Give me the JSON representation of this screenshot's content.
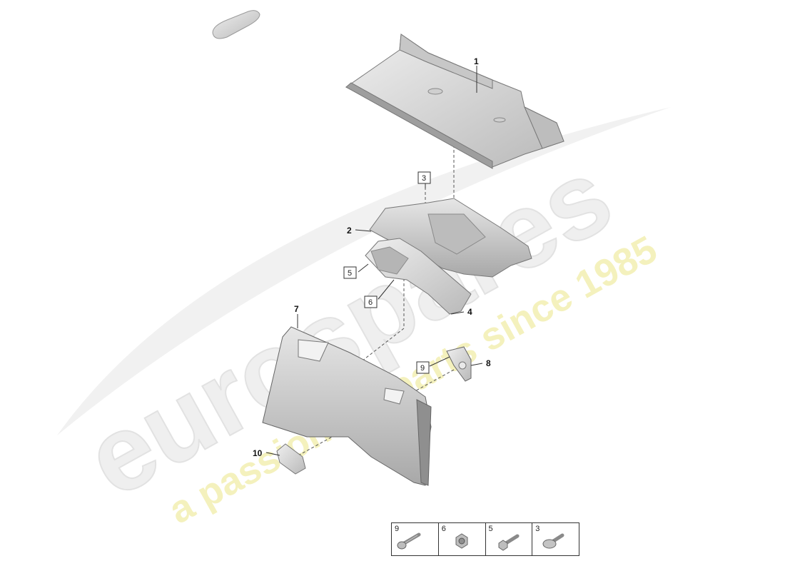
{
  "watermark": {
    "brand": "eurospares",
    "tagline": "a passion for parts since 1985"
  },
  "callouts": [
    {
      "id": "1",
      "boxed": false
    },
    {
      "id": "2",
      "boxed": false
    },
    {
      "id": "3",
      "boxed": true
    },
    {
      "id": "4",
      "boxed": false
    },
    {
      "id": "5",
      "boxed": true
    },
    {
      "id": "6",
      "boxed": true
    },
    {
      "id": "7",
      "boxed": false
    },
    {
      "id": "8",
      "boxed": false
    },
    {
      "id": "9",
      "boxed": true
    },
    {
      "id": "10",
      "boxed": false
    }
  ],
  "parts": [
    {
      "callout": "1",
      "icon": "rear-shelf-panel-icon"
    },
    {
      "callout": "2",
      "icon": "insulation-mat-icon"
    },
    {
      "callout": "4",
      "icon": "side-insulation-icon"
    },
    {
      "callout": "7",
      "icon": "luggage-compartment-trim-icon"
    },
    {
      "callout": "8",
      "icon": "bracket-icon"
    },
    {
      "callout": "10",
      "icon": "cover-cap-icon"
    }
  ],
  "fastener_table": [
    {
      "number": "9",
      "icon": "long-bolt-icon"
    },
    {
      "number": "6",
      "icon": "hex-nut-icon"
    },
    {
      "number": "5",
      "icon": "flange-screw-icon"
    },
    {
      "number": "3",
      "icon": "expanding-rivet-icon"
    }
  ],
  "colors": {
    "part_fill": "#d8d8d8",
    "part_shade": "#a9a9a9",
    "outline": "#555555",
    "watermark_gray": "#ececec",
    "watermark_yellow": "#f3f0b8"
  }
}
